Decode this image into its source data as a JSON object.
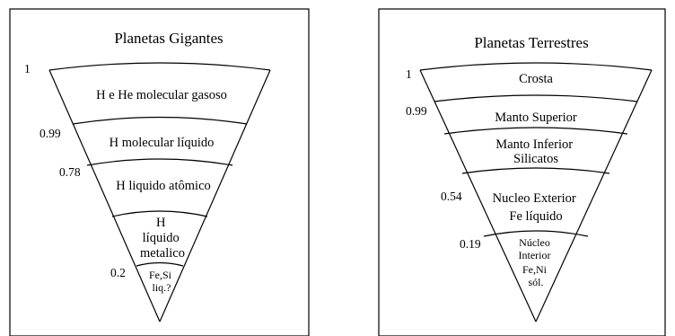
{
  "giant_panel": {
    "title": "Planetas Gigantes",
    "layers": [
      {
        "lines": [
          "H e He molecular gasoso"
        ]
      },
      {
        "lines": [
          "H molecular líquido"
        ]
      },
      {
        "lines": [
          "H liquido atômico"
        ]
      },
      {
        "lines": [
          "H",
          "líquido",
          "metalico"
        ]
      },
      {
        "lines": [
          "Fe,Si",
          "liq.?"
        ]
      }
    ],
    "radius_marks": [
      "1",
      "0.99",
      "0.78",
      "0.2"
    ]
  },
  "terrestrial_panel": {
    "title": "Planetas Terrestres",
    "layers": [
      {
        "lines": [
          "Crosta"
        ]
      },
      {
        "lines": [
          "Manto Superior"
        ]
      },
      {
        "lines": [
          "Manto Inferior",
          "Silicatos"
        ]
      },
      {
        "lines": [
          "Nucleo Exterior",
          "Fe líquido"
        ]
      },
      {
        "lines": [
          "Núcleo",
          "Interior",
          "Fe,Ni",
          "sól."
        ]
      }
    ],
    "radius_marks": [
      "1",
      "0.99",
      "0.54",
      "0.19"
    ]
  }
}
